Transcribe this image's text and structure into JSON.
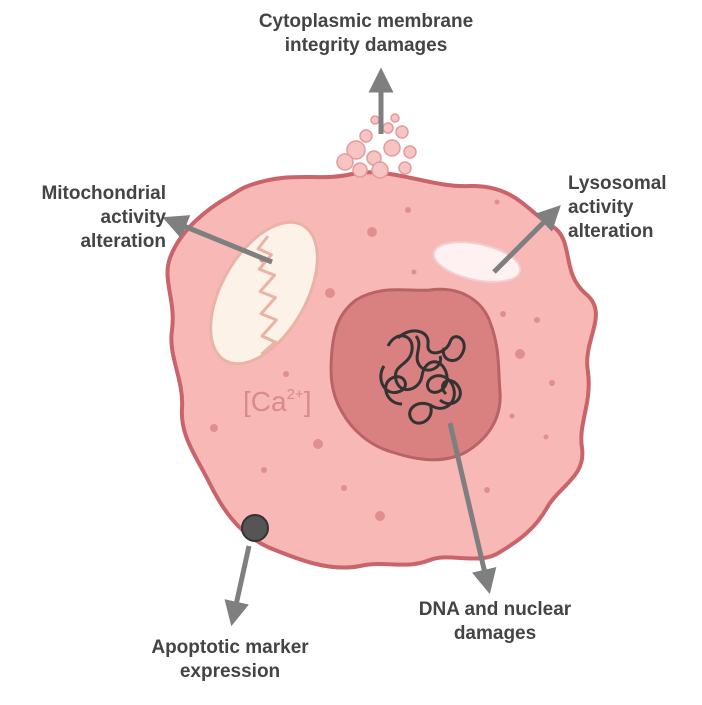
{
  "labels": {
    "membrane": [
      "Cytoplasmic membrane",
      "integrity damages"
    ],
    "mitochondria": [
      "Mitochondrial",
      "activity",
      "alteration"
    ],
    "lysosome": [
      "Lysosomal",
      "activity",
      "alteration"
    ],
    "dna": [
      "DNA and nuclear",
      "damages"
    ],
    "apoptotic": [
      "Apoptotic marker",
      "expression"
    ]
  },
  "calcium": {
    "prefix": "[Ca",
    "superscript": "2+",
    "suffix": "]"
  },
  "colors": {
    "cell_fill": "#f8b8b6",
    "cell_outline": "#c8646a",
    "nucleus_fill": "#d98081",
    "nucleus_outline": "#b96367",
    "arrow": "#7f7f7f",
    "text": "#444444",
    "mito_fill": "#fdf2e8",
    "lysosome_fill": "#fff1f1",
    "dna": "#333333",
    "marker": "#555555"
  }
}
